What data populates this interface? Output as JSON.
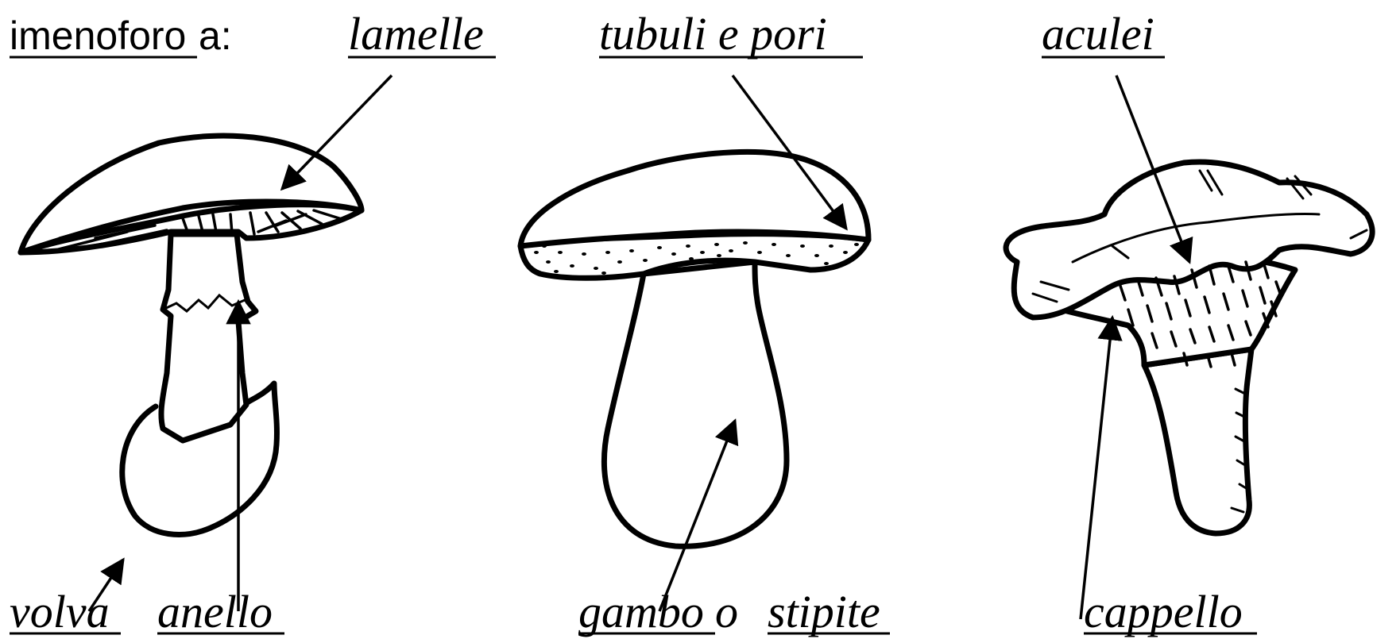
{
  "header": {
    "title_word": "imenoforo",
    "title_suffix": " a:"
  },
  "hymenophore_types": [
    {
      "id": "lamelle",
      "label": "lamelle"
    },
    {
      "id": "tubuli",
      "label": " tubuli e pori"
    },
    {
      "id": "aculei",
      "label": "aculei"
    }
  ],
  "parts": {
    "volva": "volva",
    "anello": "anello",
    "gambo": "gambo",
    "connector": " o ",
    "stipite": "stipite",
    "cappello": "cappello"
  }
}
